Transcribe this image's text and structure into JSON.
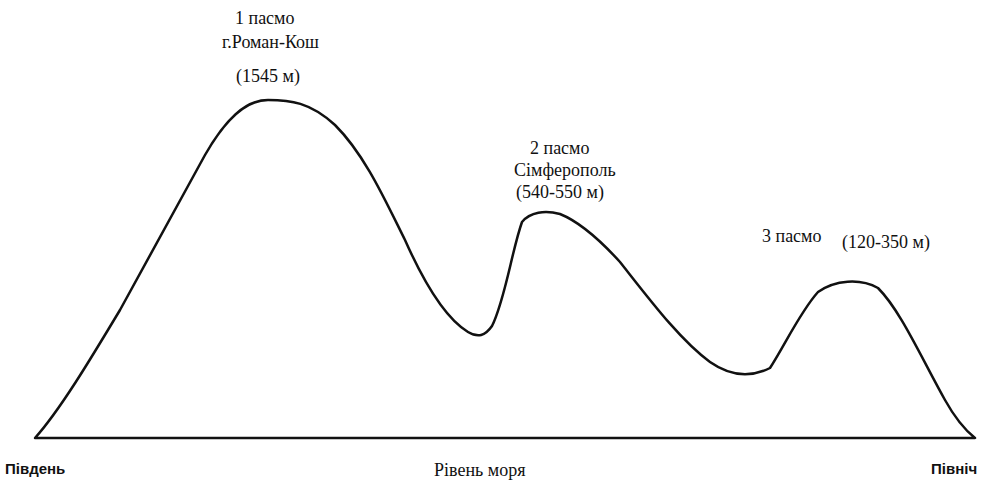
{
  "diagram": {
    "labels": [
      "1 пасмо",
      "г.Роман-Кош",
      "(1545 м)",
      "2 пасмо",
      "Сімферополь",
      "(540-550 м)",
      "3 пасмо",
      "(120-350 м)",
      "Південь",
      "Рівень моря",
      "Північ"
    ]
  }
}
